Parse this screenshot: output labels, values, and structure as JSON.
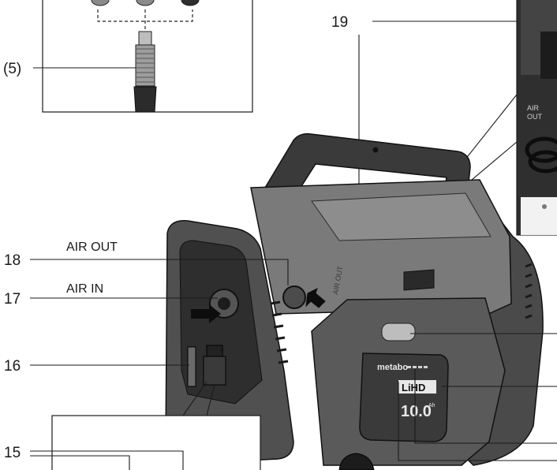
{
  "callouts": {
    "c5": "(5)",
    "c19": "19",
    "c18": "18",
    "c17": "17",
    "c16": "16",
    "c15": "15"
  },
  "labels": {
    "air_out": "AIR OUT",
    "air_in": "AIR IN",
    "device_air_out": "AIR OUT",
    "inset_air_out_1": "AIR",
    "inset_air_out_2": "OUT"
  },
  "battery": {
    "brand": "metabo",
    "type": "LiHD",
    "capacity": "10.0",
    "unit": "Ah"
  },
  "colors": {
    "housing_dark": "#3d3d3d",
    "housing_mid": "#6b6b6b",
    "housing_light": "#9a9a9a",
    "outline": "#1a1a1a"
  }
}
